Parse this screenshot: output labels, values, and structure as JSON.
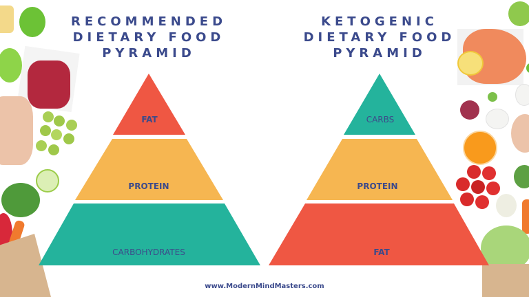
{
  "colors": {
    "title": "#3b4a8c",
    "red": "#ef5743",
    "yellow": "#f6b651",
    "teal": "#24b39c",
    "label": "#3d4a8a"
  },
  "left_pyramid": {
    "title_lines": [
      "RECOMMENDED",
      "DIETARY FOOD",
      "PYRAMID"
    ],
    "tiers": [
      {
        "label": "FAT",
        "color": "#ef5743",
        "position": "top"
      },
      {
        "label": "PROTEIN",
        "color": "#f6b651",
        "position": "middle"
      },
      {
        "label": "CARBOHYDRATES",
        "color": "#24b39c",
        "position": "bottom"
      }
    ]
  },
  "right_pyramid": {
    "title_lines": [
      "KETOGENIC",
      "DIETARY FOOD",
      "PYRAMID"
    ],
    "tiers": [
      {
        "label": "CARBS",
        "color": "#24b39c",
        "position": "top"
      },
      {
        "label": "PROTEIN",
        "color": "#f6b651",
        "position": "middle"
      },
      {
        "label": "FAT",
        "color": "#ef5743",
        "position": "bottom"
      }
    ]
  },
  "footer": {
    "url": "www.ModernMindMasters.com"
  },
  "decorations": {
    "left": [
      "cheese",
      "green-bell-pepper",
      "green-bell-pepper",
      "raw-beef",
      "raw-chicken",
      "green-grapes",
      "apple-slice",
      "radishes",
      "carrots",
      "paper-grocery-bag"
    ],
    "right": [
      "green-apple",
      "salmon-steak",
      "lemon-slice",
      "red-onion",
      "egg",
      "brussels-sprout",
      "orange-slice",
      "cherry-tomatoes",
      "cauliflower",
      "broccoli",
      "raw-chicken",
      "carrot",
      "cabbage",
      "paper-grocery-bag"
    ]
  }
}
